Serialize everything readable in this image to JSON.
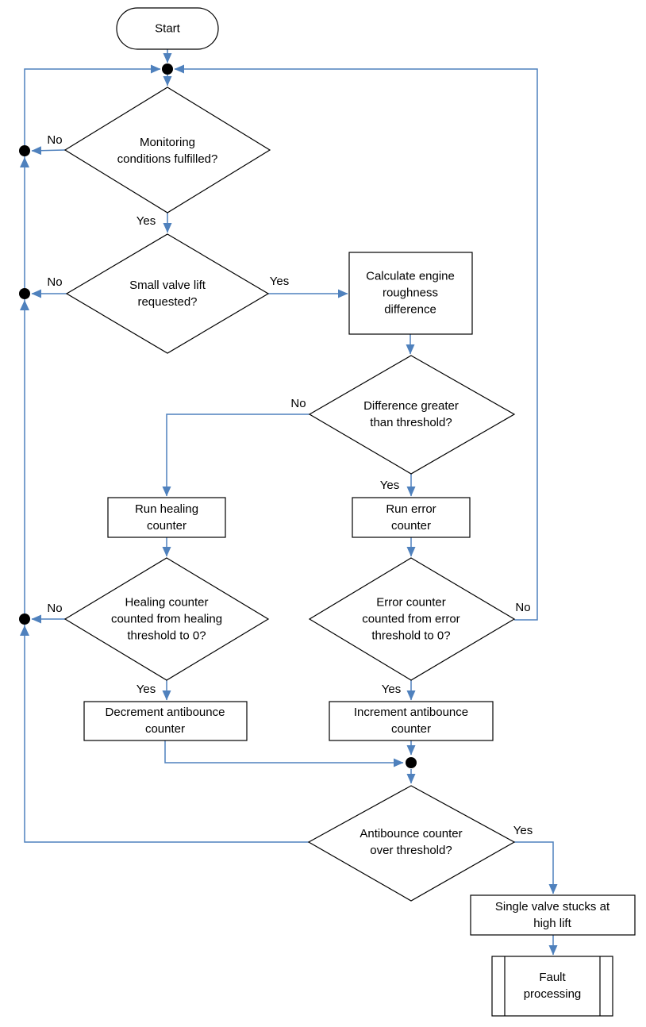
{
  "colors": {
    "connector": "#4f81bd",
    "shape_border": "#000000",
    "shape_fill": "#ffffff",
    "junction": "#000000",
    "text": "#000000",
    "background": "#ffffff"
  },
  "nodes": {
    "start": {
      "type": "terminator",
      "label": "Start"
    },
    "monitoring_conditions": {
      "type": "decision",
      "label": "Monitoring\nconditions fulfilled?"
    },
    "small_valve_lift": {
      "type": "decision",
      "label": "Small valve lift\nrequested?"
    },
    "calculate_roughness": {
      "type": "process",
      "label": "Calculate engine\nroughness\ndifference"
    },
    "difference_threshold": {
      "type": "decision",
      "label": "Difference greater\nthan threshold?"
    },
    "run_healing_counter": {
      "type": "process",
      "label": "Run healing\ncounter"
    },
    "run_error_counter": {
      "type": "process",
      "label": "Run error\ncounter"
    },
    "healing_counter_check": {
      "type": "decision",
      "label": "Healing counter\ncounted from healing\nthreshold to 0?"
    },
    "error_counter_check": {
      "type": "decision",
      "label": "Error counter\ncounted from error\nthreshold to 0?"
    },
    "decrement_antibounce": {
      "type": "process",
      "label": "Decrement antibounce\ncounter"
    },
    "increment_antibounce": {
      "type": "process",
      "label": "Increment antibounce\ncounter"
    },
    "antibounce_check": {
      "type": "decision",
      "label": "Antibounce counter\nover threshold?"
    },
    "single_valve_stuck": {
      "type": "process",
      "label": "Single valve stucks at\nhigh lift"
    },
    "fault_processing": {
      "type": "predefined_process",
      "label": "Fault\nprocessing"
    }
  },
  "edges": [
    {
      "from": "start",
      "to": "top_junction",
      "label": ""
    },
    {
      "from": "top_junction",
      "to": "monitoring_conditions",
      "label": ""
    },
    {
      "from": "monitoring_conditions",
      "to": "left_merge_1",
      "label": "No"
    },
    {
      "from": "monitoring_conditions",
      "to": "small_valve_lift",
      "label": "Yes"
    },
    {
      "from": "small_valve_lift",
      "to": "left_merge_2",
      "label": "No"
    },
    {
      "from": "small_valve_lift",
      "to": "calculate_roughness",
      "label": "Yes"
    },
    {
      "from": "calculate_roughness",
      "to": "difference_threshold",
      "label": ""
    },
    {
      "from": "difference_threshold",
      "to": "run_healing_counter",
      "label": "No"
    },
    {
      "from": "difference_threshold",
      "to": "run_error_counter",
      "label": "Yes"
    },
    {
      "from": "run_healing_counter",
      "to": "healing_counter_check",
      "label": ""
    },
    {
      "from": "run_error_counter",
      "to": "error_counter_check",
      "label": ""
    },
    {
      "from": "healing_counter_check",
      "to": "left_merge_3",
      "label": "No"
    },
    {
      "from": "healing_counter_check",
      "to": "decrement_antibounce",
      "label": "Yes"
    },
    {
      "from": "error_counter_check",
      "to": "top_junction",
      "label": "No"
    },
    {
      "from": "error_counter_check",
      "to": "increment_antibounce",
      "label": "Yes"
    },
    {
      "from": "decrement_antibounce",
      "to": "bottom_junction",
      "label": ""
    },
    {
      "from": "increment_antibounce",
      "to": "bottom_junction",
      "label": ""
    },
    {
      "from": "bottom_junction",
      "to": "antibounce_check",
      "label": ""
    },
    {
      "from": "antibounce_check",
      "to": "top_junction",
      "label": ""
    },
    {
      "from": "antibounce_check",
      "to": "single_valve_stuck",
      "label": "Yes"
    },
    {
      "from": "single_valve_stuck",
      "to": "fault_processing",
      "label": ""
    }
  ]
}
